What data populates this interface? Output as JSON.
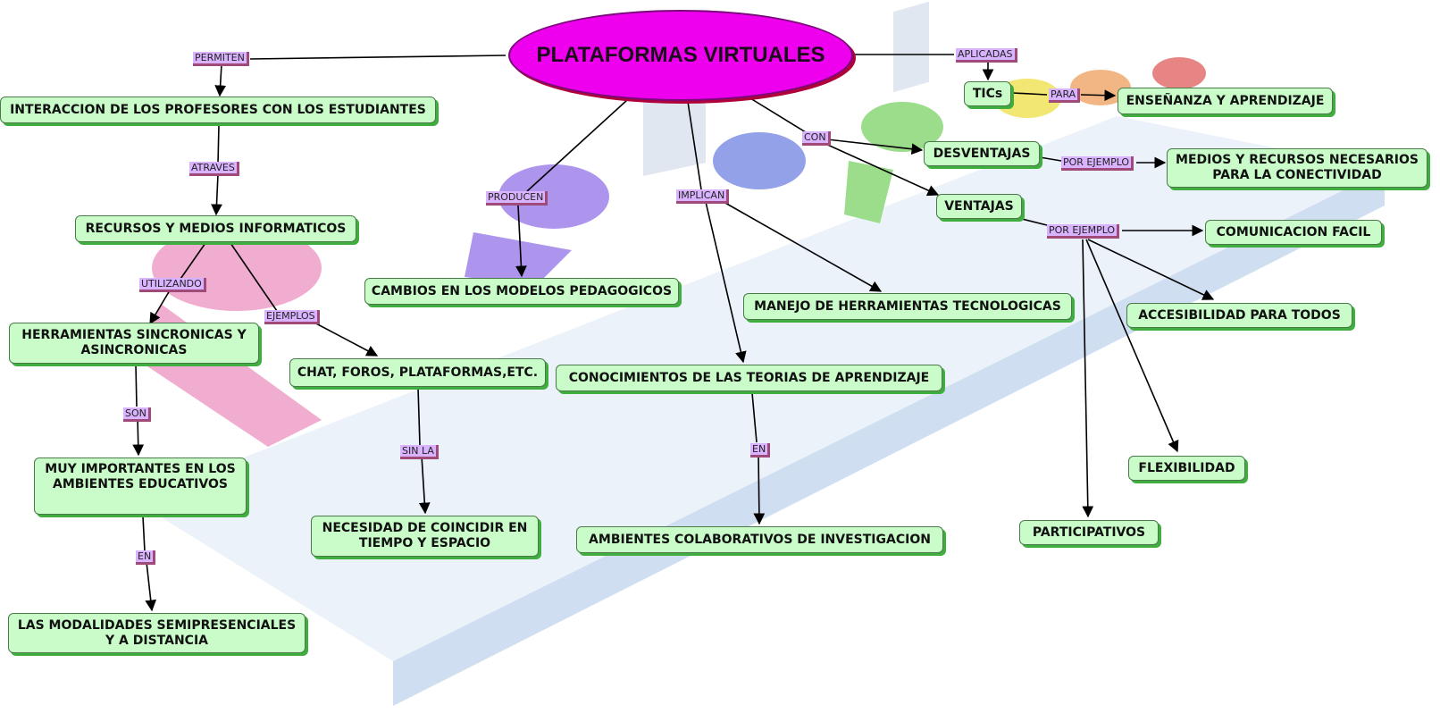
{
  "root": {
    "label": "PLATAFORMAS VIRTUALES",
    "color": "#ee00ee"
  },
  "nodes": {
    "interaccion": "INTERACCION DE LOS PROFESORES CON LOS ESTUDIANTES",
    "recursos": "RECURSOS Y MEDIOS INFORMATICOS",
    "herramientas": "HERRAMIENTAS SINCRONICAS Y\nASINCRONICAS",
    "chat": "CHAT, FOROS, PLATAFORMAS,ETC.",
    "muy_importantes": "MUY IMPORTANTES EN LOS\nAMBIENTES EDUCATIVOS",
    "necesidad": "NECESIDAD DE COINCIDIR EN\nTIEMPO Y ESPACIO",
    "modalidades": "LAS MODALIDADES SEMIPRESENCIALES\nY A DISTANCIA",
    "cambios": "CAMBIOS EN LOS MODELOS PEDAGOGICOS",
    "manejo": "MANEJO DE HERRAMIENTAS TECNOLOGICAS",
    "conocimientos": "CONOCIMIENTOS DE LAS TEORIAS DE APRENDIZAJE",
    "ambientes": "AMBIENTES COLABORATIVOS DE INVESTIGACION",
    "tics": "TICs",
    "ensenanza": "ENSEÑANZA Y APRENDIZAJE",
    "desventajas": "DESVENTAJAS",
    "medios": "MEDIOS Y RECURSOS NECESARIOS\nPARA LA CONECTIVIDAD",
    "ventajas": "VENTAJAS",
    "comunicacion": "COMUNICACION FACIL",
    "accesibilidad": "ACCESIBILIDAD PARA TODOS",
    "flexibilidad": "FLEXIBILIDAD",
    "participativos": "PARTICIPATIVOS"
  },
  "link_labels": {
    "permiten": "PERMITEN",
    "atraves": "ATRAVES",
    "utilizando": "UTILIZANDO",
    "ejemplos": "EJEMPLOS",
    "son": "SON",
    "sin_la": "SIN LA",
    "en_modalidades": "EN",
    "produce": "PRODUCEN",
    "implican": "IMPLICAN",
    "en_ambientes": "EN",
    "aplicadas": "APLICADAS",
    "para": "PARA",
    "con": "CON",
    "por_ejemplo_desv": "POR EJEMPLO",
    "por_ejemplo_vent": "POR EJEMPLO"
  },
  "colors": {
    "node_fill": "#c9fcc9",
    "node_shadow": "#3fae3f",
    "label_fill": "#d9b3ff",
    "label_shadow": "#a04a7a"
  }
}
